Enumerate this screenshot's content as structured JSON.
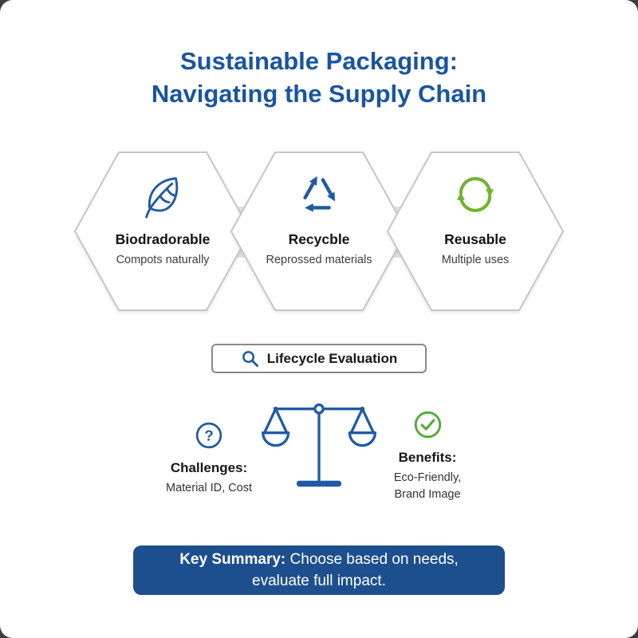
{
  "title": {
    "line1": "Sustainable Packaging:",
    "line2": "Navigating the Supply Chain"
  },
  "hexagons": [
    {
      "icon": "leaf-icon",
      "label": "Biodradorable",
      "sub": "Compots naturally",
      "icon_color": "#1f5aa5"
    },
    {
      "icon": "recycle-icon",
      "label": "Recycble",
      "sub": "Reprossed materials",
      "icon_color": "#1f5aa5"
    },
    {
      "icon": "reuse-icon",
      "label": "Reusable",
      "sub": "Multiple uses",
      "icon_color": "#6fb42f"
    }
  ],
  "lifecycle": {
    "icon": "search-icon",
    "label": "Lifecycle Evaluation"
  },
  "comparison": {
    "scale_icon": "balance-scale-icon",
    "challenges": {
      "icon": "question-icon",
      "mark": "?",
      "label": "Challenges:",
      "detail": "Material ID, Cost"
    },
    "benefits": {
      "icon": "check-icon",
      "label": "Benefits:",
      "detail_line1": "Eco-Friendly,",
      "detail_line2": "Brand Image"
    }
  },
  "summary": {
    "label": "Key Summary:",
    "line1_rest": " Choose based on needs,",
    "line2": "evaluate full impact."
  },
  "colors": {
    "title_blue": "#1955a0",
    "accent_blue": "#1f5aa5",
    "reuse_green": "#6fb42f",
    "check_green": "#55ab3c",
    "banner_bg": "#1d4f8e",
    "hex_border": "#c6c6c6",
    "chevron_gray": "#e4e4e4"
  }
}
